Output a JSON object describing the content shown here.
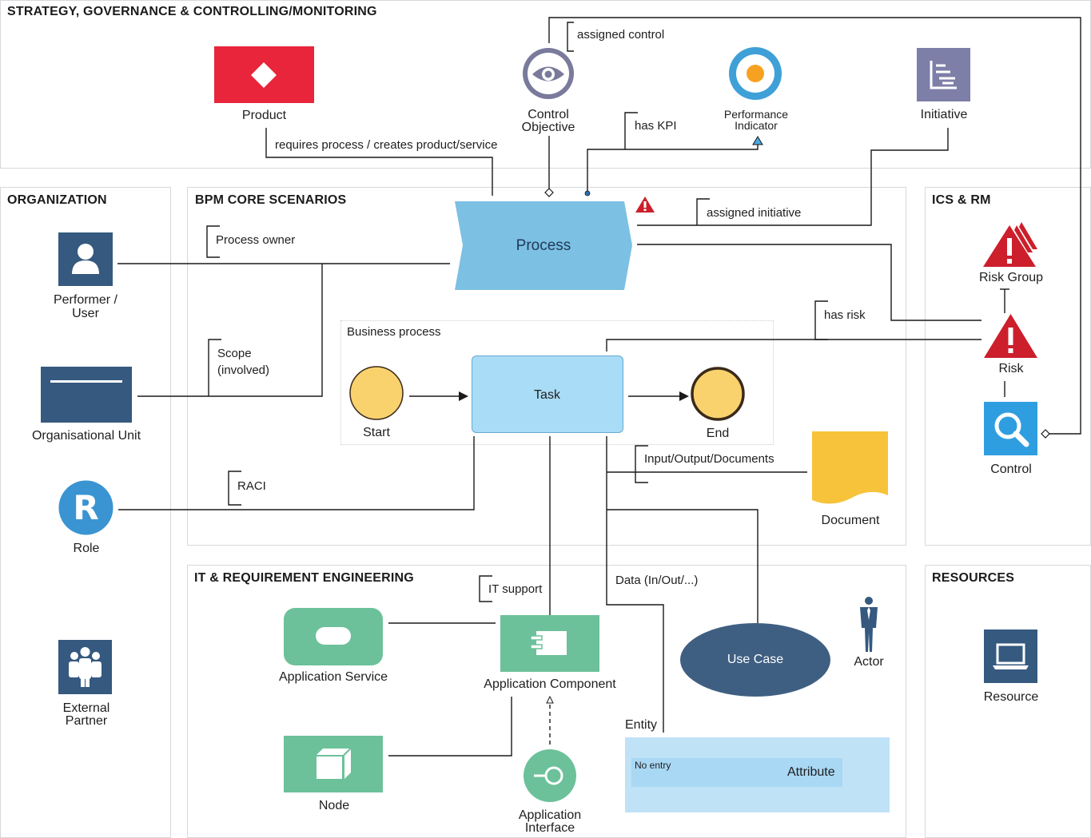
{
  "sections": {
    "strategy": "STRATEGY, GOVERNANCE & CONTROLLING/MONITORING",
    "organization": "ORGANIZATION",
    "bpm": "BPM CORE SCENARIOS",
    "ics": "ICS & RM",
    "it": "IT & REQUIREMENT ENGINEERING",
    "resources": "RESOURCES"
  },
  "nodes": {
    "product": "Product",
    "control_objective_1": "Control",
    "control_objective_2": "Objective",
    "performance_indicator_1": "Performance",
    "performance_indicator_2": "Indicator",
    "initiative": "Initiative",
    "process": "Process",
    "performer_1": "Performer /",
    "performer_2": "User",
    "org_unit": "Organisational Unit",
    "role": "Role",
    "external_1": "External",
    "external_2": "Partner",
    "business_process": "Business process",
    "start": "Start",
    "task": "Task",
    "end": "End",
    "document": "Document",
    "risk_group": "Risk Group",
    "risk": "Risk",
    "control": "Control",
    "app_service": "Application Service",
    "app_component": "Application Component",
    "node": "Node",
    "app_interface_1": "Application",
    "app_interface_2": "Interface",
    "use_case": "Use Case",
    "actor": "Actor",
    "entity": "Entity",
    "no_entry": "No entry",
    "attribute": "Attribute",
    "resource": "Resource"
  },
  "edges": {
    "assigned_control": "assigned control",
    "requires_process": "requires process / creates product/service",
    "has_kpi": "has KPI",
    "assigned_initiative": "assigned initiative",
    "process_owner": "Process owner",
    "scope_1": "Scope",
    "scope_2": "(involved)",
    "raci": "RACI",
    "has_risk": "has risk",
    "io_documents": "Input/Output/Documents",
    "it_support": "IT support",
    "data": "Data (In/Out/...)"
  },
  "colors": {
    "product": "#e8253a",
    "control_objective": "#7a7a9c",
    "kpi_outer": "#3fa0d8",
    "kpi_inner": "#f7a120",
    "initiative": "#7d7fa8",
    "process": "#7cc0e4",
    "navy": "#35597f",
    "role": "#3a94d2",
    "event": "#f9d26e",
    "task": "#a9dcf6",
    "document": "#f7c33a",
    "risk": "#cc1f2b",
    "control": "#2e9ee0",
    "app_green": "#6cc19a",
    "use_case": "#3f5f82",
    "entity": "#bfe2f6"
  }
}
